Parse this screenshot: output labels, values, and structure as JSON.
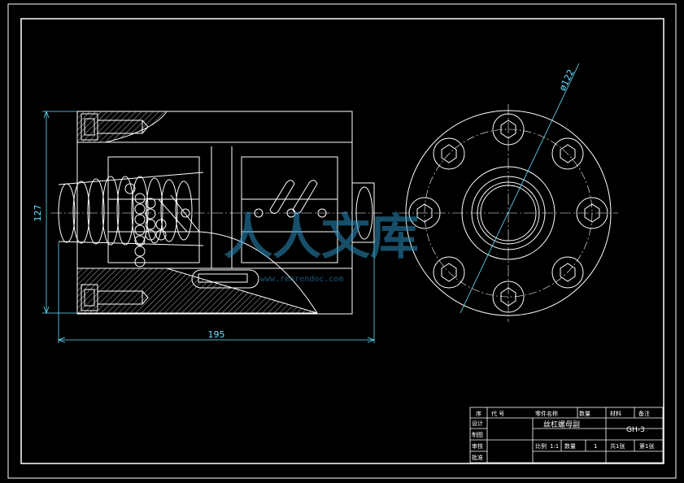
{
  "dimensions": {
    "height_127": "127",
    "width_195": "195",
    "diameter_122": "ø122"
  },
  "watermark": {
    "text": "人人文库",
    "url": "www.renrendoc.com"
  },
  "title_block": {
    "header": {
      "seq": "序",
      "code": "代 号",
      "part_name": "零件名称",
      "qty": "数量",
      "material": "材料",
      "remark": "备注"
    },
    "labels": {
      "design": "设计",
      "drawing": "制图",
      "check": "审核",
      "approve": "批准"
    },
    "drawing_name": "丝杠螺母副",
    "drawing_code": "GH-3",
    "scale_label": "比例",
    "scale_value": "1:1",
    "qty_label": "数量",
    "qty_value": "1",
    "sheets_total": "共1张",
    "sheet_no": "第1张"
  },
  "colors": {
    "line": "#ffffff",
    "dimension": "#66e0ff",
    "background": "#000000"
  }
}
